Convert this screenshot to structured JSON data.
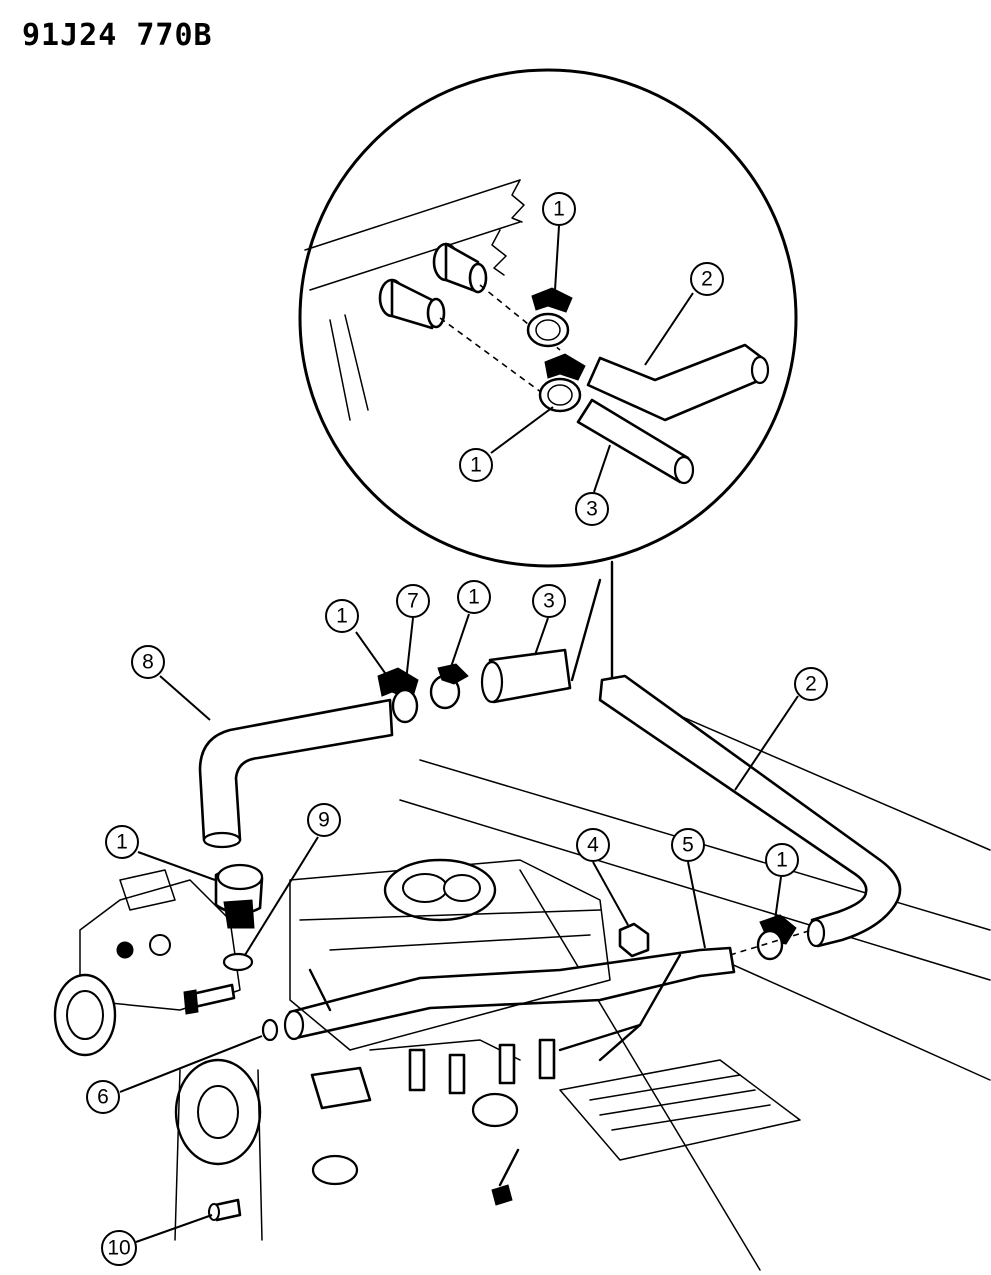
{
  "figure_code": "91J24 770B",
  "callouts": [
    {
      "id": "c1-detail-top",
      "label": "1"
    },
    {
      "id": "c2-detail",
      "label": "2"
    },
    {
      "id": "c1-detail-bottom",
      "label": "1"
    },
    {
      "id": "c3-detail",
      "label": "3"
    },
    {
      "id": "c1-left",
      "label": "1"
    },
    {
      "id": "c7",
      "label": "7"
    },
    {
      "id": "c1-mid",
      "label": "1"
    },
    {
      "id": "c3",
      "label": "3"
    },
    {
      "id": "c8",
      "label": "8"
    },
    {
      "id": "c2",
      "label": "2"
    },
    {
      "id": "c9",
      "label": "9"
    },
    {
      "id": "c4",
      "label": "4"
    },
    {
      "id": "c5",
      "label": "5"
    },
    {
      "id": "c1-clamp",
      "label": "1"
    },
    {
      "id": "c1-right",
      "label": "1"
    },
    {
      "id": "c6",
      "label": "6"
    },
    {
      "id": "c10",
      "label": "10"
    }
  ]
}
